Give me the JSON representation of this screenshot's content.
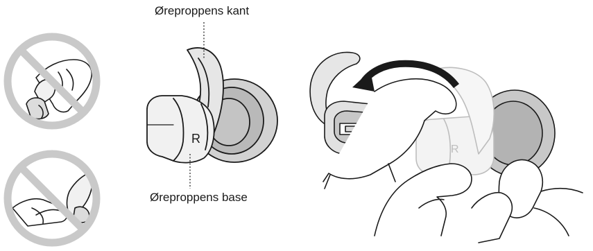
{
  "labels": {
    "tip_edge": "Øreproppens kant",
    "tip_base": "Øreproppens base"
  },
  "side_marker": "R",
  "side_marker_ghost": "R",
  "icons": [
    "no-symbol-icon",
    "no-symbol-icon",
    "curved-arrow-icon"
  ],
  "colors": {
    "line": "#1a1a1a",
    "prohibit": "#c9c9c9",
    "fill_light": "#f1f1f1",
    "fill_mid": "#dcdcdc",
    "fill_dark": "#b9b9b9",
    "ghost": "#bdbdbd"
  }
}
